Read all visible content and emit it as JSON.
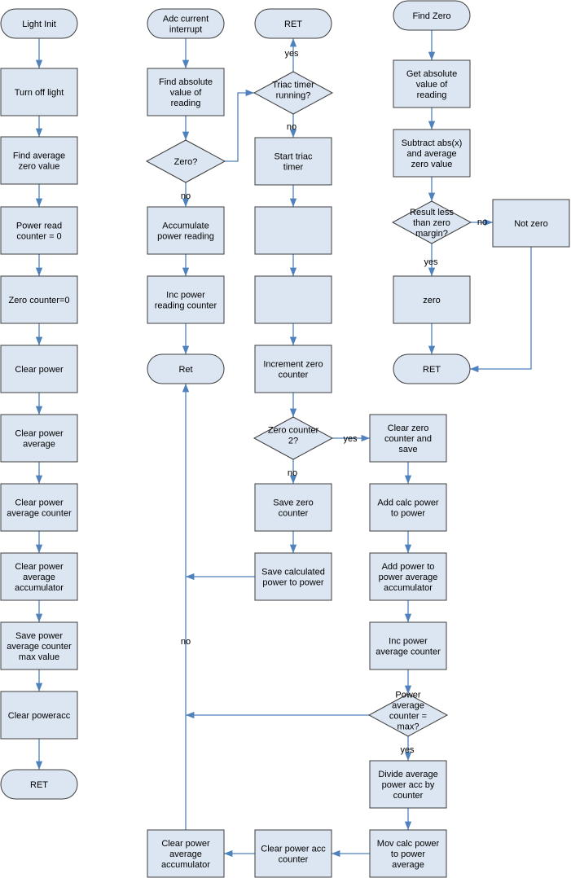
{
  "nodes": {
    "light_init": "Light Init",
    "turn_off_light": "Turn off light",
    "find_avg_zero": "Find average zero value",
    "power_read_counter": "Power read counter = 0",
    "zero_counter_0": "Zero counter=0",
    "clear_power": "Clear power",
    "clear_power_average": "Clear power average",
    "clear_power_average_counter": "Clear power average counter",
    "clear_power_average_accumulator_1": "Clear power average accumulator",
    "save_power_avg_counter_max": "Save power average counter max value",
    "clear_poweracc": "Clear poweracc",
    "ret_1": "RET",
    "adc_interrupt": "Adc current interrupt",
    "find_abs_reading": "Find absolute value of reading",
    "zero_q": "Zero?",
    "accumulate_power": "Accumulate power reading",
    "inc_power_reading_counter": "Inc power reading counter",
    "ret_2": "Ret",
    "clear_power_average_accumulator_2": "Clear power average accumulator",
    "ret_3": "RET",
    "triac_timer_q": "Triac timer running?",
    "start_triac_timer": "Start triac timer",
    "blank_1": "",
    "blank_2": "",
    "increment_zero_counter": "Increment zero counter",
    "zero_counter_2_q": "Zero counter 2?",
    "save_zero_counter": "Save zero counter",
    "save_calculated_power": "Save calculated power to power",
    "clear_power_acc_counter": "Clear power acc counter",
    "clear_zero_counter_save": "Clear zero counter and save",
    "add_calc_power": "Add calc power to power",
    "add_power_to_acc": "Add power to power average accumulator",
    "inc_power_average_counter": "Inc power average counter",
    "power_avg_counter_max_q": "Power average counter = max?",
    "divide_avg_power": "Divide average power acc by counter",
    "mov_calc_power": "Mov calc power to power average",
    "find_zero": "Find Zero",
    "get_abs_value": "Get absolute value of reading",
    "subtract_abs": "Subtract abs(x) and average zero value",
    "result_less_q": "Result less than zero margin?",
    "not_zero": "Not zero",
    "zero": "zero",
    "ret_4": "RET"
  },
  "edge_labels": {
    "yes": "yes",
    "no": "no"
  },
  "colors": {
    "fill": "#dce6f2",
    "stroke": "#3d3d3d",
    "arrow": "#4f81bd"
  }
}
